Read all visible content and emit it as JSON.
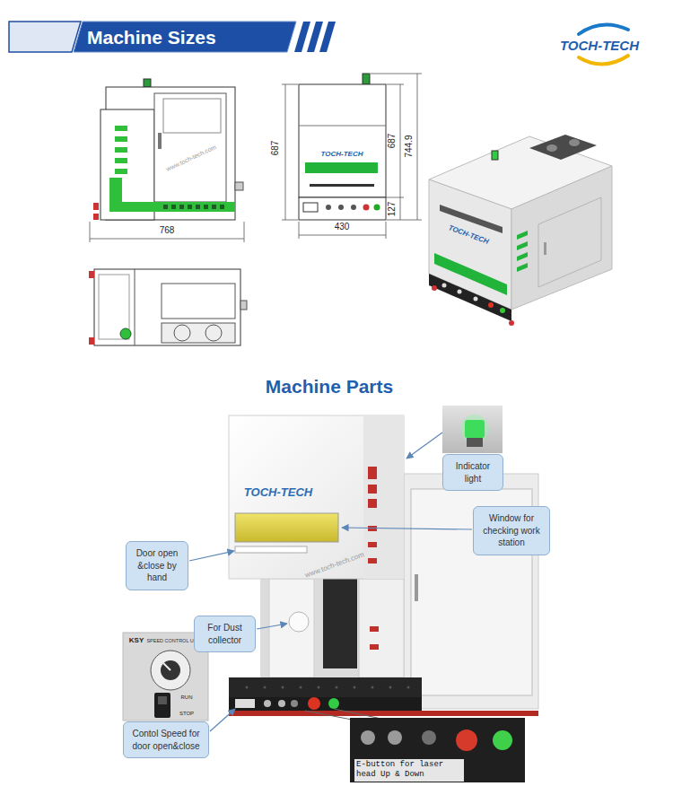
{
  "diagram": {
    "title": "Machine Sizes",
    "nodes": [
      {
        "text": [
          "Indicator light"
        ]
      },
      {
        "text": [
          "Window for checking work station"
        ]
      },
      {
        "text": [
          "Door open &close by hand"
        ]
      },
      {
        "text": [
          "For Dust collector"
        ]
      },
      {
        "text": [
          "Contol Speed for door open&close"
        ]
      }
    ],
    "labels": [
      "TOCH-TECH",
      "768",
      "687",
      "687",
      "744.9",
      "430",
      "127",
      "TOCH-TECH",
      "TOCH-TECH",
      "www.toch-tech.com",
      "Machine Parts",
      "TOCH-TECH",
      "www.toch-tech.com",
      "KSY",
      "SPEED CONTROL UNIT",
      "RUN",
      "STOP",
      "E-button for laser head Up & Down"
    ]
  }
}
